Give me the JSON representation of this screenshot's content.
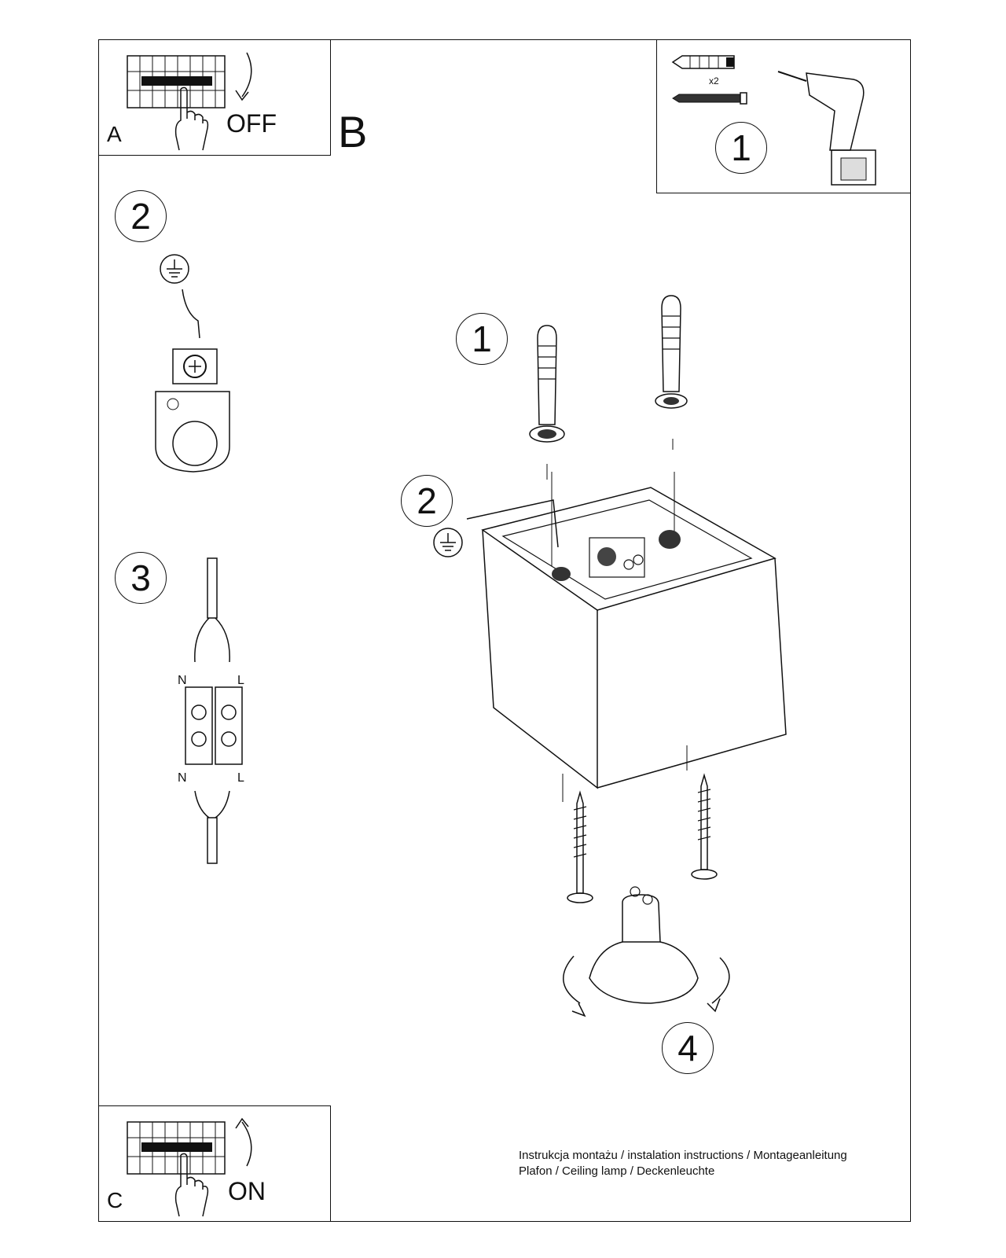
{
  "panel_a": {
    "letter": "A",
    "action": "OFF"
  },
  "panel_b": {
    "letter": "B"
  },
  "panel_c": {
    "letter": "C",
    "action": "ON"
  },
  "tools_panel": {
    "quantity": "x2",
    "step": "1"
  },
  "steps": {
    "earth": "2",
    "wires": "3",
    "screws": "1",
    "earth_main": "2",
    "bulb": "4"
  },
  "wire_labels": {
    "n_top": "N",
    "l_top": "L",
    "n_bottom": "N",
    "l_bottom": "L"
  },
  "footer": {
    "line1": "Instrukcja montażu / instalation instructions / Montageanleitung",
    "line2": "Plafon / Ceiling lamp / Deckenleuchte"
  }
}
